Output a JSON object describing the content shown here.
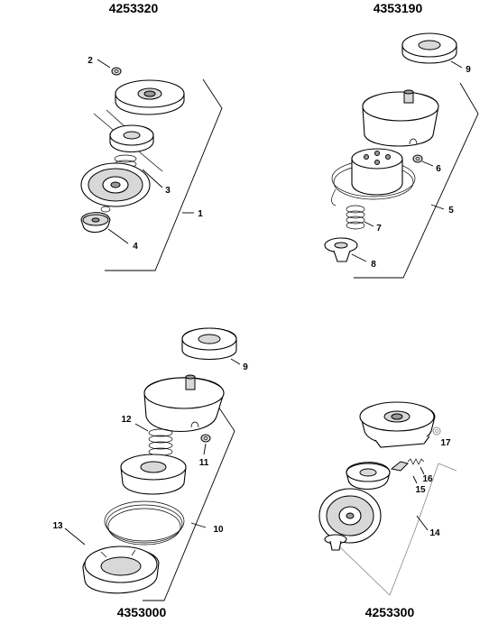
{
  "assemblies": [
    {
      "part_number": "4253320",
      "callouts": [
        "2",
        "3",
        "1",
        "4"
      ]
    },
    {
      "part_number": "4353190",
      "callouts": [
        "9",
        "6",
        "5",
        "7",
        "8"
      ]
    },
    {
      "part_number": "4353000",
      "callouts": [
        "9",
        "12",
        "11",
        "10",
        "13"
      ]
    },
    {
      "part_number": "4253300",
      "callouts": [
        "17",
        "16",
        "15",
        "14"
      ]
    }
  ]
}
